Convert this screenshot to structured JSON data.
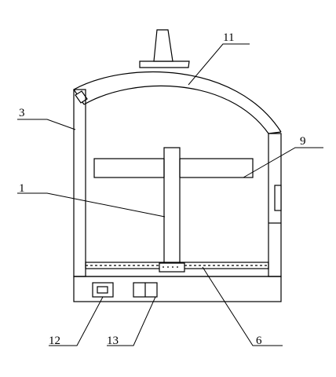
{
  "labels": {
    "l1": "1",
    "l3": "3",
    "l6": "6",
    "l9": "9",
    "l11": "11",
    "l12": "12",
    "l13": "13"
  }
}
